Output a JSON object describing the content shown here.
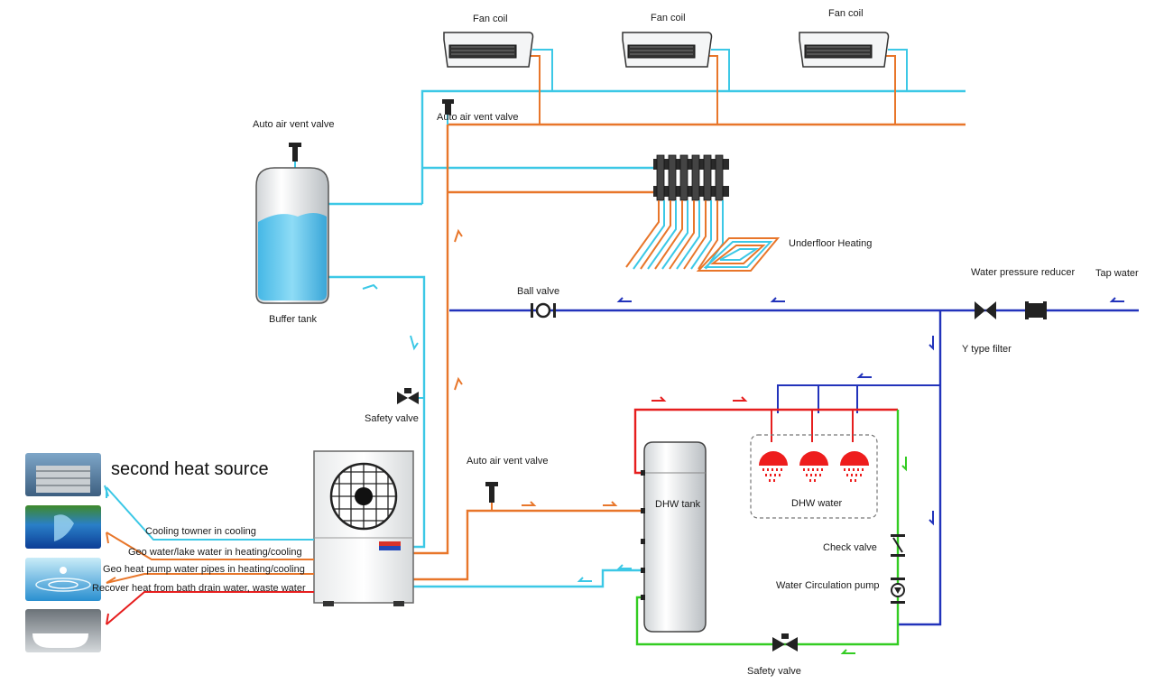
{
  "labels": {
    "fan_coil_1": "Fan coil",
    "fan_coil_2": "Fan coil",
    "fan_coil_3": "Fan coil",
    "auto_vent_buffer": "Auto air vent valve",
    "auto_vent_top": "Auto air vent valve",
    "auto_vent_dhw": "Auto air vent valve",
    "underfloor": "Underfloor Heating",
    "buffer_tank": "Buffer tank",
    "ball_valve": "Ball valve",
    "pressure_reducer": "Water pressure reducer",
    "tap_water": "Tap water",
    "y_filter": "Y type filter",
    "safety_valve_left": "Safety valve",
    "safety_valve_bottom": "Safety valve",
    "dhw_tank": "DHW tank",
    "dhw_water": "DHW water",
    "check_valve": "Check valve",
    "circ_pump": "Water Circulation pump",
    "second_heat_source": "second heat source",
    "source_1": "Cooling towner in cooling",
    "source_2": "Geo water/lake water in heating/cooling",
    "source_3": "Geo heat pump water pipes in heating/cooling",
    "source_4": "Recover heat from bath drain water, waste water"
  },
  "colors": {
    "cold_pipe": "#3cc8e6",
    "hot_pipe": "#e8762a",
    "tap_pipe": "#2233bb",
    "dhw_hot": "#e61e1e",
    "dhw_return": "#33cc22"
  }
}
